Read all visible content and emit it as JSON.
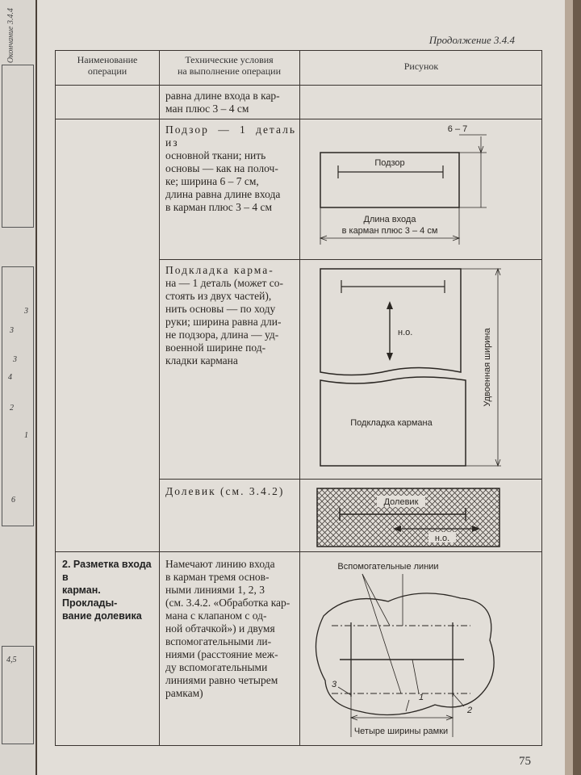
{
  "header": {
    "continuation": "Продолжение 3.4.4",
    "col1": [
      "Наименование",
      "операции"
    ],
    "col2": [
      "Технические условия",
      "на выполнение операции"
    ],
    "col3": "Рисунок"
  },
  "rows": {
    "r0_conditions": [
      "равна длине входа в кар-",
      "ман плюс 3 – 4 см"
    ],
    "r1_conditions": {
      "title": "Подзор",
      "lines": [
        "Подзор — 1 деталь из",
        "основной ткани; нить",
        "основы — как на полоч-",
        "ке; ширина 6 – 7 см,",
        "длина равна длине входа",
        "в карман плюс 3 – 4 см"
      ]
    },
    "r1_figure": {
      "label": "Подзор",
      "dim_top": "6 – 7",
      "dim_bottom": [
        "Длина входа",
        "в карман плюс 3 – 4 см"
      ]
    },
    "r2_conditions": [
      "Подкладка карма-",
      "на — 1 деталь (может со-",
      "стоять из двух частей),",
      "нить основы — по ходу",
      "руки; ширина равна дли-",
      "не подзора, длина — уд-",
      "военной ширине под-",
      "кладки кармана"
    ],
    "r2_figure": {
      "grain": "н.о.",
      "label": "Подкладка кармана",
      "dim_side": "Удвоенная ширина"
    },
    "r3_conditions": "Долевик (см. 3.4.2)",
    "r3_figure": {
      "label": "Долевик",
      "grain": "н.о."
    },
    "r4_operation": [
      "2. Разметка входа в",
      "карман. Проклады-",
      "вание долевика"
    ],
    "r4_conditions": [
      "Намечают линию входа",
      "в карман тремя основ-",
      "ными линиями 1, 2, 3",
      "(см. 3.4.2. «Обработка кар-",
      "мана с клапаном с од-",
      "ной обтачкой») и двумя",
      "вспомогательными ли-",
      "ниями (расстояние меж-",
      "ду вспомогательными",
      "линиями равно четырем",
      "рамкам)"
    ],
    "r4_figure": {
      "top_label": "Вспомогательные линии",
      "n1": "1",
      "n2": "2",
      "n3": "3",
      "bottom_label": "Четыре ширины рамки"
    }
  },
  "page_number": "75",
  "left_page": {
    "tab": "Окончание 3.4.4",
    "nums": [
      "3",
      "3",
      "3",
      "4",
      "2",
      "1",
      "6",
      "4,5"
    ]
  }
}
